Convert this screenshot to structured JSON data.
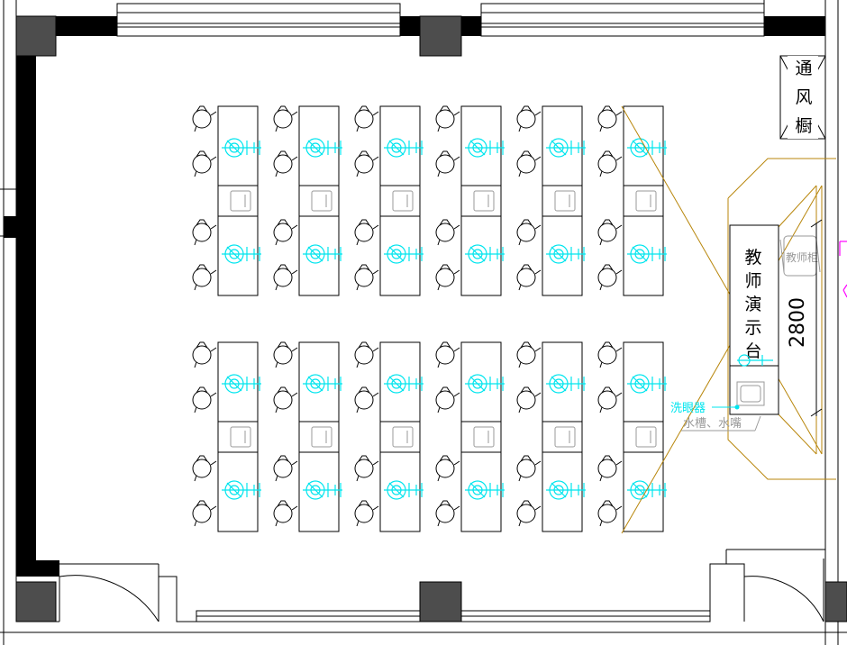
{
  "labels": {
    "fume_hood": [
      "通",
      "风",
      "橱"
    ],
    "teacher_bench": [
      "教",
      "师",
      "演",
      "示",
      "台"
    ],
    "dimension": "2800",
    "teacher_cabinet": "教师柜",
    "eyewash": "洗眼器",
    "sink": "水槽、水嘴"
  },
  "colors": {
    "wall": "#000000",
    "column": "#4d4d4d",
    "line": "#000000",
    "cyan": "#00e5ee",
    "gold": "#b8860b",
    "magenta": "#ff00ff",
    "grey_text": "#9a9a9a"
  }
}
